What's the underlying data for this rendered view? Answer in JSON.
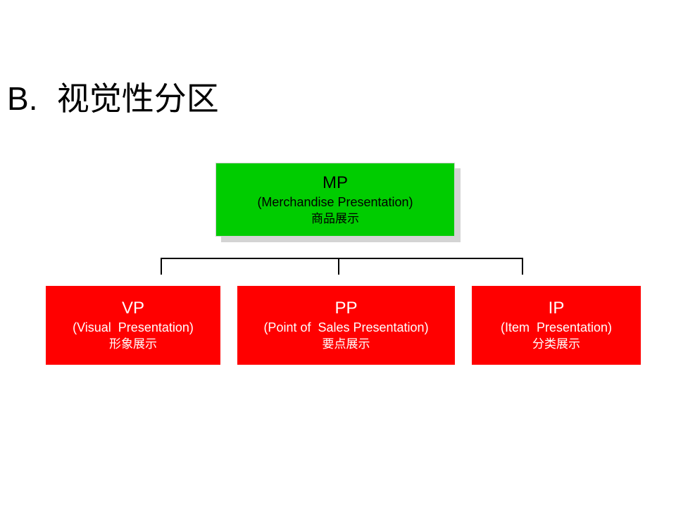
{
  "slide": {
    "title_letter": "B",
    "title_separator": ".",
    "title_text": "视觉性分区"
  },
  "diagram": {
    "root": {
      "abbr": "MP",
      "english": "(Merchandise Presentation)",
      "chinese": "商品展示",
      "color": "#00cc00"
    },
    "children": [
      {
        "abbr": "VP",
        "english": "(Visual  Presentation)",
        "chinese": "形象展示",
        "color": "#ff0000"
      },
      {
        "abbr": "PP",
        "english": "(Point of  Sales Presentation)",
        "chinese": "要点展示",
        "color": "#ff0000"
      },
      {
        "abbr": "IP",
        "english": "(Item  Presentation)",
        "chinese": "分类展示",
        "color": "#ff0000"
      }
    ]
  }
}
